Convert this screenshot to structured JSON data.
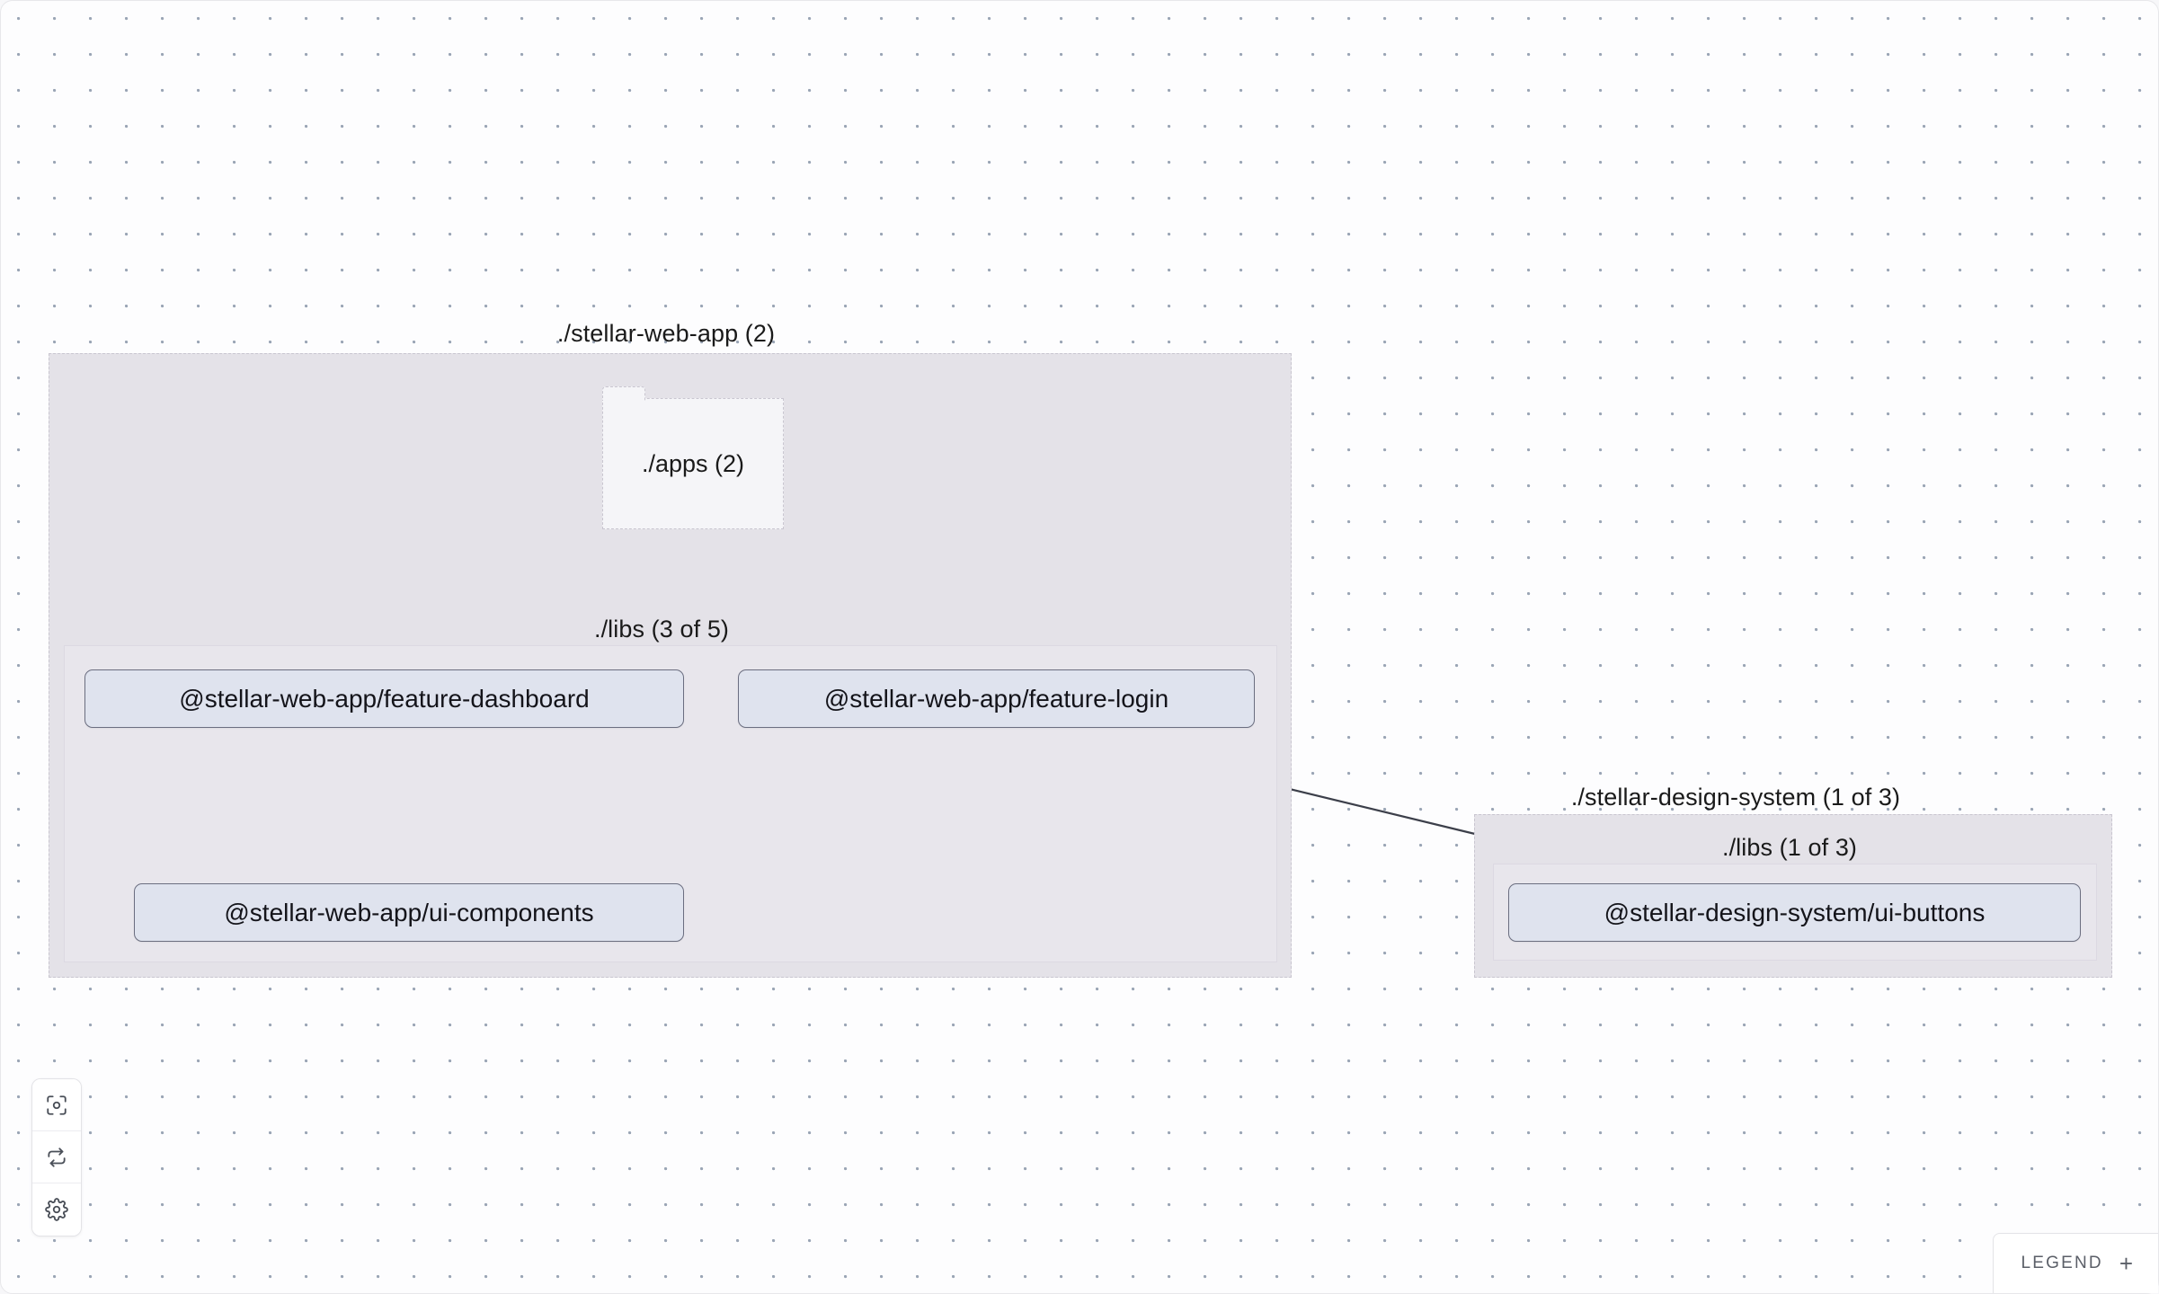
{
  "app": {
    "type": "project-dependency-graph",
    "background": "#fdfdfe",
    "dot_color": "#9aa5b5"
  },
  "groups": [
    {
      "id": "stellar-web-app",
      "label": "./stellar-web-app (2)",
      "kind": "workspace",
      "fill": "#e4e2e8"
    },
    {
      "id": "stellar-web-app-libs",
      "label": "./libs (3 of 5)",
      "kind": "directory",
      "fill": "#e8e6ec"
    },
    {
      "id": "stellar-design-system",
      "label": "./stellar-design-system (1 of 3)",
      "kind": "workspace",
      "fill": "#e4e2e8"
    },
    {
      "id": "stellar-design-system-libs",
      "label": "./libs (1 of 3)",
      "kind": "directory",
      "fill": "#e8e6ec"
    }
  ],
  "folders": [
    {
      "id": "apps",
      "label": "./apps (2)",
      "fill": "#f5f5f8"
    }
  ],
  "nodes": [
    {
      "id": "feature-dashboard",
      "label": "@stellar-web-app/feature-dashboard",
      "fill": "#dfe3ee",
      "border": "#6b6e80"
    },
    {
      "id": "feature-login",
      "label": "@stellar-web-app/feature-login",
      "fill": "#dfe3ee",
      "border": "#6b6e80"
    },
    {
      "id": "ui-components",
      "label": "@stellar-web-app/ui-components",
      "fill": "#dfe3ee",
      "border": "#6b6e80"
    },
    {
      "id": "ui-buttons",
      "label": "@stellar-design-system/ui-buttons",
      "fill": "#dfe3ee",
      "border": "#6b6e80"
    }
  ],
  "edges": [
    {
      "from": "apps",
      "to": "feature-dashboard",
      "style": "dashed"
    },
    {
      "from": "apps",
      "to": "feature-login",
      "style": "dashed"
    },
    {
      "from": "feature-dashboard",
      "to": "ui-components",
      "style": "solid"
    },
    {
      "from": "feature-login",
      "to": "ui-components",
      "style": "solid"
    },
    {
      "from": "feature-login",
      "to": "ui-buttons",
      "style": "solid"
    }
  ],
  "controls": [
    {
      "id": "focus",
      "icon": "focus-target-icon",
      "title": "Focus graph"
    },
    {
      "id": "refresh",
      "icon": "refresh-sync-icon",
      "title": "Refresh"
    },
    {
      "id": "settings",
      "icon": "gear-icon",
      "title": "Settings"
    }
  ],
  "legend": {
    "label": "LEGEND",
    "toggle": "+"
  }
}
